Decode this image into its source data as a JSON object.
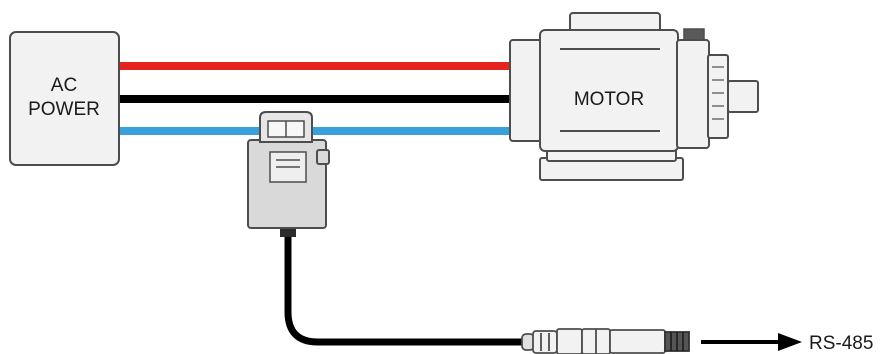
{
  "power_source": {
    "line1": "AC",
    "line2": "POWER"
  },
  "motor": {
    "label": "MOTOR"
  },
  "output": {
    "label": "RS-485"
  },
  "colors": {
    "wire_red": "#e52420",
    "wire_black": "#000000",
    "wire_blue": "#3aa0dc",
    "outline": "#4d4d4d",
    "fill_light": "#f2f2f2",
    "fill_mid": "#d9d9d9",
    "cable": "#000000"
  },
  "icons": {
    "current_sensor": "split-core-current-transformer-icon",
    "connector": "m12-cable-connector-icon",
    "arrow": "arrow-right-icon"
  }
}
